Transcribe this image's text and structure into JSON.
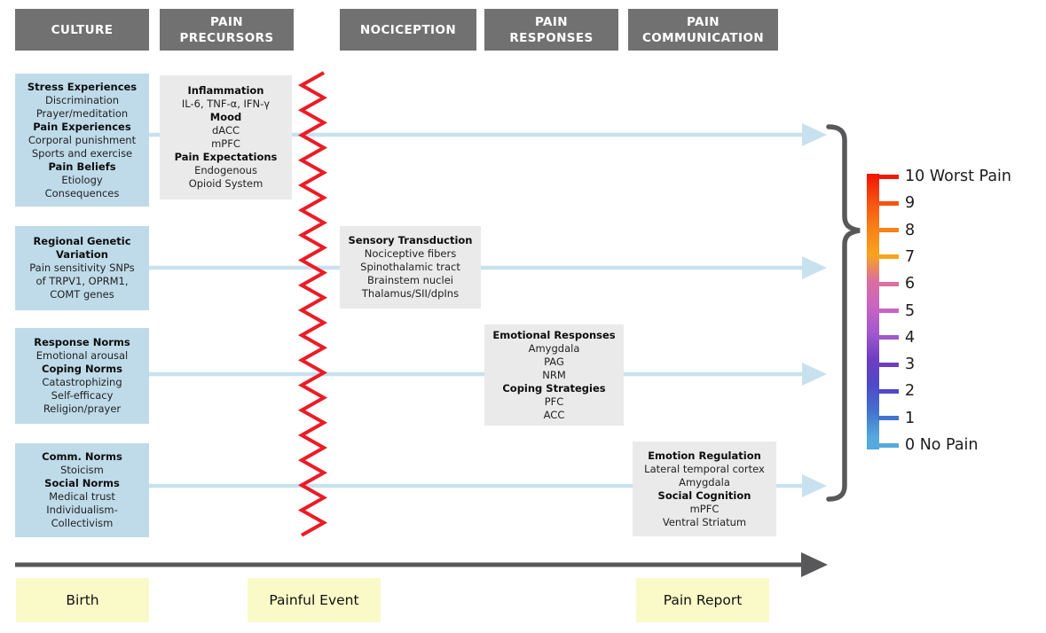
{
  "stages": [
    {
      "label": "CULTURE"
    },
    {
      "label": "PAIN PRECURSORS"
    },
    {
      "label": "NOCICEPTION"
    },
    {
      "label": "PAIN RESPONSES"
    },
    {
      "label": "PAIN COMMUNICATION"
    }
  ],
  "culture_boxes": [
    {
      "name": "experiences-and-beliefs",
      "lines": [
        {
          "text": "Stress Experiences",
          "bold": true
        },
        {
          "text": "Discrimination",
          "bold": false
        },
        {
          "text": "Prayer/meditation",
          "bold": false
        },
        {
          "text": "Pain Experiences",
          "bold": true
        },
        {
          "text": "Corporal punishment",
          "bold": false
        },
        {
          "text": "Sports and exercise",
          "bold": false
        },
        {
          "text": "Pain Beliefs",
          "bold": true
        },
        {
          "text": "Etiology",
          "bold": false
        },
        {
          "text": "Consequences",
          "bold": false
        }
      ]
    },
    {
      "name": "regional-genetic-variation",
      "lines": [
        {
          "text": "Regional Genetic",
          "bold": true
        },
        {
          "text": "Variation",
          "bold": true
        },
        {
          "text": "Pain sensitivity SNPs",
          "bold": false
        },
        {
          "text": "of TRPV1, OPRM1,",
          "bold": false
        },
        {
          "text": "COMT genes",
          "bold": false
        }
      ]
    },
    {
      "name": "response-and-coping-norms",
      "lines": [
        {
          "text": "Response Norms",
          "bold": true
        },
        {
          "text": "Emotional arousal",
          "bold": false
        },
        {
          "text": "Coping Norms",
          "bold": true
        },
        {
          "text": "Catastrophizing",
          "bold": false
        },
        {
          "text": "Self-efficacy",
          "bold": false
        },
        {
          "text": "Religion/prayer",
          "bold": false
        }
      ]
    },
    {
      "name": "communication-and-social-norms",
      "lines": [
        {
          "text": "Comm. Norms",
          "bold": true
        },
        {
          "text": "Stoicism",
          "bold": false
        },
        {
          "text": "Social Norms",
          "bold": true
        },
        {
          "text": "Medical trust",
          "bold": false
        },
        {
          "text": "Individualism-",
          "bold": false
        },
        {
          "text": "Collectivism",
          "bold": false
        }
      ]
    }
  ],
  "process_boxes": [
    {
      "name": "pain-precursors",
      "lines": [
        {
          "text": "Inflammation",
          "bold": true
        },
        {
          "text": "IL-6, TNF-α, IFN-γ",
          "bold": false
        },
        {
          "text": "Mood",
          "bold": true
        },
        {
          "text": "dACC",
          "bold": false
        },
        {
          "text": "mPFC",
          "bold": false
        },
        {
          "text": "Pain Expectations",
          "bold": true
        },
        {
          "text": "Endogenous",
          "bold": false
        },
        {
          "text": "Opioid System",
          "bold": false
        }
      ]
    },
    {
      "name": "nociception",
      "lines": [
        {
          "text": "Sensory Transduction",
          "bold": true
        },
        {
          "text": "Nociceptive fibers",
          "bold": false
        },
        {
          "text": "Spinothalamic tract",
          "bold": false
        },
        {
          "text": "Brainstem nuclei",
          "bold": false
        },
        {
          "text": "Thalamus/SII/dpIns",
          "bold": false
        }
      ]
    },
    {
      "name": "pain-responses",
      "lines": [
        {
          "text": "Emotional Responses",
          "bold": true
        },
        {
          "text": "Amygdala",
          "bold": false
        },
        {
          "text": "PAG",
          "bold": false
        },
        {
          "text": "NRM",
          "bold": false
        },
        {
          "text": "Coping Strategies",
          "bold": true
        },
        {
          "text": "PFC",
          "bold": false
        },
        {
          "text": "ACC",
          "bold": false
        }
      ]
    },
    {
      "name": "pain-communication",
      "lines": [
        {
          "text": "Emotion Regulation",
          "bold": true
        },
        {
          "text": "Lateral temporal cortex",
          "bold": false
        },
        {
          "text": "Amygdala",
          "bold": false
        },
        {
          "text": "Social Cognition",
          "bold": true
        },
        {
          "text": "mPFC",
          "bold": false
        },
        {
          "text": "Ventral Striatum",
          "bold": false
        }
      ]
    }
  ],
  "pain_scale": {
    "ticks": [
      {
        "value": 10,
        "label": "10 Worst Pain",
        "color": "#f11a00"
      },
      {
        "value": 9,
        "label": "9",
        "color": "#f75313"
      },
      {
        "value": 8,
        "label": "8",
        "color": "#f88118"
      },
      {
        "value": 7,
        "label": "7",
        "color": "#f9a31f"
      },
      {
        "value": 6,
        "label": "6",
        "color": "#dc6f9f"
      },
      {
        "value": 5,
        "label": "5",
        "color": "#c964c3"
      },
      {
        "value": 4,
        "label": "4",
        "color": "#a158cf"
      },
      {
        "value": 3,
        "label": "3",
        "color": "#6d3ec3"
      },
      {
        "value": 2,
        "label": "2",
        "color": "#4e49c8"
      },
      {
        "value": 1,
        "label": "1",
        "color": "#4472cd"
      },
      {
        "value": 0,
        "label": "0 No Pain",
        "color": "#55a9dd"
      }
    ]
  },
  "timeline": {
    "milestones": [
      {
        "label": "Birth"
      },
      {
        "label": "Painful Event"
      },
      {
        "label": "Pain Report"
      }
    ]
  },
  "colors": {
    "stage_header_bg": "#717171",
    "culture_box_bg": "#bfdbea",
    "process_box_bg": "#eaeaea",
    "pathway_arrow_blue": "#c8e1ef",
    "timeline_dark_gray": "#58585a",
    "milestone_bg": "#fafac9",
    "zigzag_red": "#eb1c26"
  }
}
